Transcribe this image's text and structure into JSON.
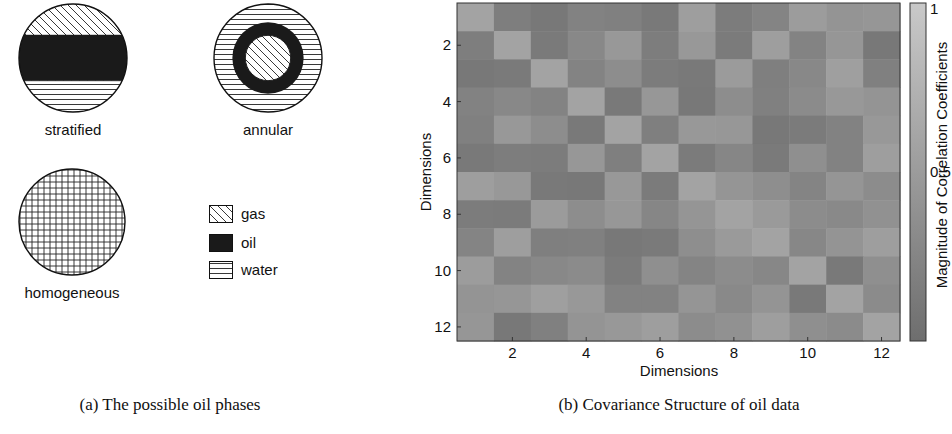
{
  "diagram": {
    "nodes": [
      {
        "text": [
          "stratified"
        ]
      },
      {
        "text": [
          "annular"
        ]
      },
      {
        "text": [
          "homogeneous"
        ]
      }
    ],
    "labels": [
      "(a) The possible oil phases",
      "Dimensions",
      "2",
      "4",
      "6",
      "8",
      "10",
      "12",
      "Dimensions",
      "2",
      "4",
      "6",
      "8",
      "10",
      "12",
      "1",
      "0.5",
      "Magnitude of Correlation Coefficients",
      "(b) Covariance Structure of oil data"
    ],
    "legend": [
      {
        "text": "gas"
      },
      {
        "text": "oil",
        "color": "#1a1a1a"
      },
      {
        "text": "water"
      }
    ]
  }
}
